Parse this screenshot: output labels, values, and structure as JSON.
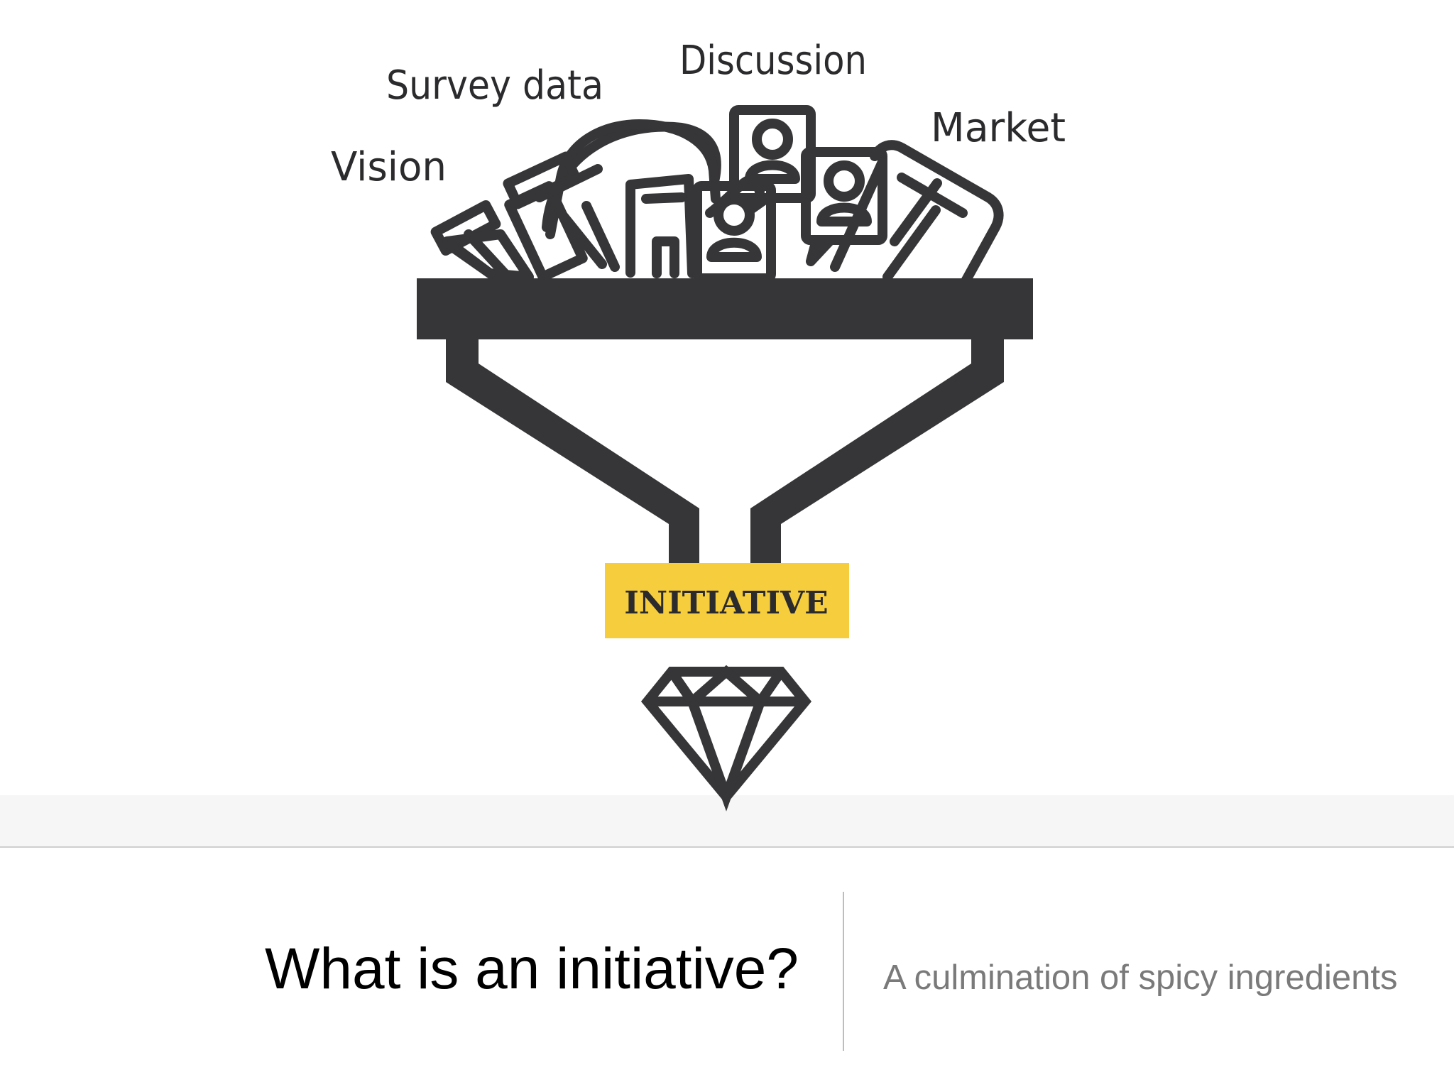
{
  "diagram": {
    "inputs": [
      {
        "label": "Vision"
      },
      {
        "label": "Survey data"
      },
      {
        "label": "Discussion"
      },
      {
        "label": "Market"
      }
    ],
    "output_label": "INITIATIVE",
    "colors": {
      "ink": "#363537",
      "accent": "#f6cd3c",
      "background": "#ffffff"
    },
    "icons": [
      "telescope-icon",
      "binoculars-icon",
      "bar-chart-icon",
      "person-profile-icon",
      "dashboard-icon",
      "diamond-icon"
    ]
  },
  "slide": {
    "title": "What is an initiative?",
    "subtitle": "A culmination of spicy ingredients"
  }
}
